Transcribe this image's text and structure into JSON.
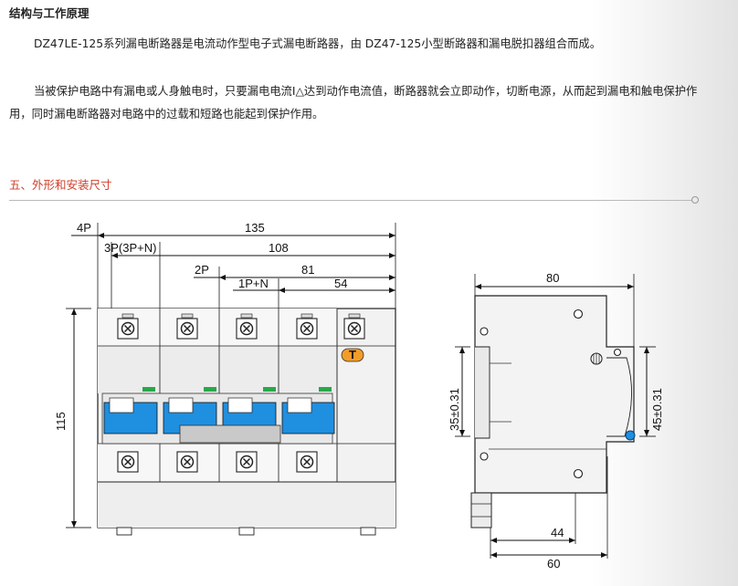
{
  "header": {
    "title": "结构与工作原理"
  },
  "paragraphs": [
    "DZ47LE-125系列漏电断路器是电流动作型电子式漏电断路器，由 DZ47-125小型断路器和漏电脱扣器组合而成。",
    "当被保护电路中有漏电或人身触电时，只要漏电电流I△达到动作电流值，断路器就会立即动作，切断电源，从而起到漏电和触电保护作用，同时漏电断路器对电路中的过载和短路也能起到保护作用。"
  ],
  "section": {
    "title": "五、外形和安装尺寸"
  },
  "front_view": {
    "dims": {
      "w4p": "135",
      "w4p_label": "4P",
      "w3p": "108",
      "w3p_label": "3P(3P+N)",
      "w2p": "81",
      "w2p_label": "2P",
      "w1p": "54",
      "w1p_label": "1P+N",
      "height": "115"
    },
    "test_button": "T"
  },
  "side_view": {
    "dims": {
      "depth": "80",
      "d44": "44",
      "d60": "60",
      "h35": "35±0.31",
      "h45": "45±0.31"
    }
  },
  "colors": {
    "section": "#d23d2a",
    "handle": "#1f8fe0",
    "indicator": "#2aa84a",
    "test_button": "#f39c2a",
    "rule": "#b9b9b9"
  }
}
